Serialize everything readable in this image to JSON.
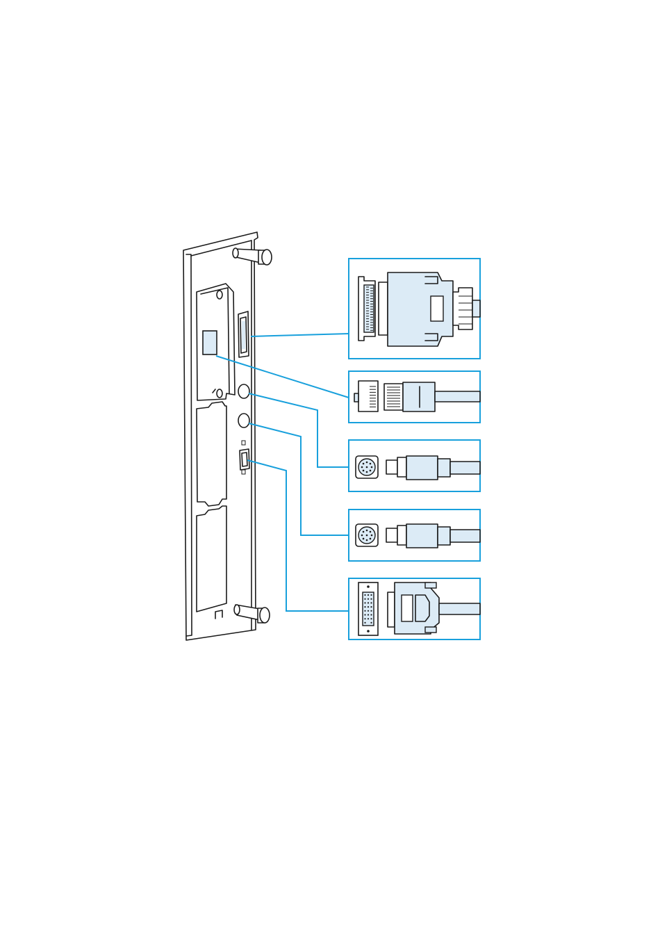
{
  "colors": {
    "accent": "#18a0dc",
    "fill": "#dcebf6",
    "ink": "#1a1a1a",
    "background": "#ffffff"
  },
  "diagram": {
    "ports": [
      {
        "id": "parallel",
        "icon": "parallel-connector-icon",
        "cable_icon": "parallel-cable-plug-icon"
      },
      {
        "id": "network",
        "icon": "rj45-jack-icon",
        "cable_icon": "rj45-cable-plug-icon"
      },
      {
        "id": "mini-din-1",
        "icon": "mini-din-jack-icon",
        "cable_icon": "mini-din-cable-plug-icon"
      },
      {
        "id": "mini-din-2",
        "icon": "mini-din-jack-icon",
        "cable_icon": "mini-din-cable-plug-icon"
      },
      {
        "id": "serial",
        "icon": "db-serial-jack-icon",
        "cable_icon": "db-serial-cable-plug-icon"
      }
    ]
  }
}
